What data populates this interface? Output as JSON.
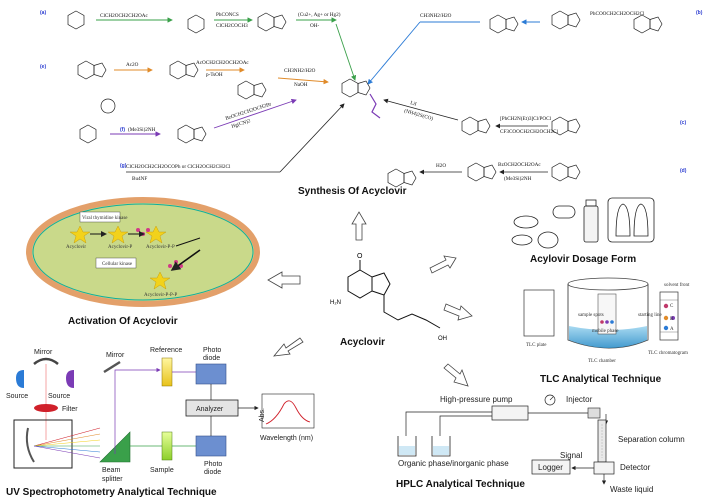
{
  "center": {
    "label": "Acyclovir"
  },
  "synthesis": {
    "caption": "Synthesis Of Acyclovir",
    "route_tags": [
      "(a)",
      "(b)",
      "(c)",
      "(d)",
      "(e)",
      "(f)",
      "(g)"
    ],
    "reagents": {
      "a1": "ClCH2OCH2CH2OAc",
      "a2": "PhCONCS",
      "a2b": "ClCH2COCH3",
      "a3": "(Cu2+, Ag+ or Hg2)",
      "a3b": "OH-",
      "b1": "CH3NH2/H2O",
      "b2": "PhCOOCH2CH2OCH2Cl",
      "e1": "Ac2O",
      "e2": "AcOCH2CH2OCH2OAc",
      "e2b": "p-TsOH",
      "e3": "CH3NH2/H2O",
      "e3b": "NaOH",
      "f1": "(Me3Si)2NH",
      "f2": "BzOCH2CH2OCH2Br",
      "f2b": "Hg(CN)2",
      "g1": "ClCH2OCH2CH2OCOPh  or  ClCH2OCH2CH2Cl",
      "g1b": "Bu4NF",
      "c1": "[PhCH2N(Et)3]Cl/POCl",
      "c2": "CF3COOCH2CH2OCH2Cl",
      "c3": "LiI",
      "c3b": "(NH4)2S(CO)",
      "d1": "BzOCH2OCH2OAc",
      "d1b": "(Me3Si)2NH",
      "d2": "H2O"
    }
  },
  "activation": {
    "caption": "Activation Of Acyclovir",
    "steps": [
      "Acyclovir",
      "Acyclovir-P",
      "Acyclovir-P-P",
      "Acyclovir-P-P-P"
    ],
    "notes": [
      "Viral thymidine kinase",
      "Cellular kinase"
    ]
  },
  "dosage": {
    "caption": "Acylovir Dosage Form"
  },
  "tlc": {
    "caption": "TLC Analytical Technique",
    "labels": {
      "sample_spots": "sample spots",
      "mobile_phase": "mobile phase",
      "solvent_front": "solvent front",
      "starting_line": "starting line",
      "tlc_plate": "TLC plate",
      "tlc_chamber": "TLC chamber",
      "tlc_chromatogram": "TLC chromatogram"
    },
    "spot_letters": [
      "C",
      "B",
      "A"
    ]
  },
  "uv": {
    "caption": "UV Spectrophotometry Analytical Technique",
    "labels": {
      "mirror_top": "Mirror",
      "source1": "Source",
      "source2": "Source",
      "filter": "Filter",
      "mirror2": "Mirror",
      "reference": "Reference",
      "photo_diode_1": "Photo\ndiode",
      "analyzer": "Analyzer",
      "beam_splitter": "Beam\nsplitter",
      "sample": "Sample",
      "photo_diode_2": "Photo\ndiode",
      "abs": "Abs.",
      "wavelength": "Wavelength (nm)"
    }
  },
  "hplc": {
    "caption": "HPLC Analytical Technique",
    "labels": {
      "pump": "High-pressure pump",
      "injector": "Injector",
      "phase": "Organic phase/inorganic phase",
      "column": "Separation column",
      "signal": "Signal",
      "detector": "Detector",
      "logger": "Logger",
      "waste": "Waste liquid"
    }
  },
  "colors": {
    "ellipse_fill": "#c9d98a",
    "ellipse_stroke": "#e3a06a",
    "ellipse_inner": "#0fae9c",
    "star": "#f2d21b",
    "blue_tag": "#2a3bd0",
    "green_arrow": "#3aa04a",
    "blue_arrow": "#2b7bd6",
    "orange_arrow": "#e08b2a",
    "purple": "#7b3bb5",
    "tlc_liquid": "#5fb6e0"
  }
}
